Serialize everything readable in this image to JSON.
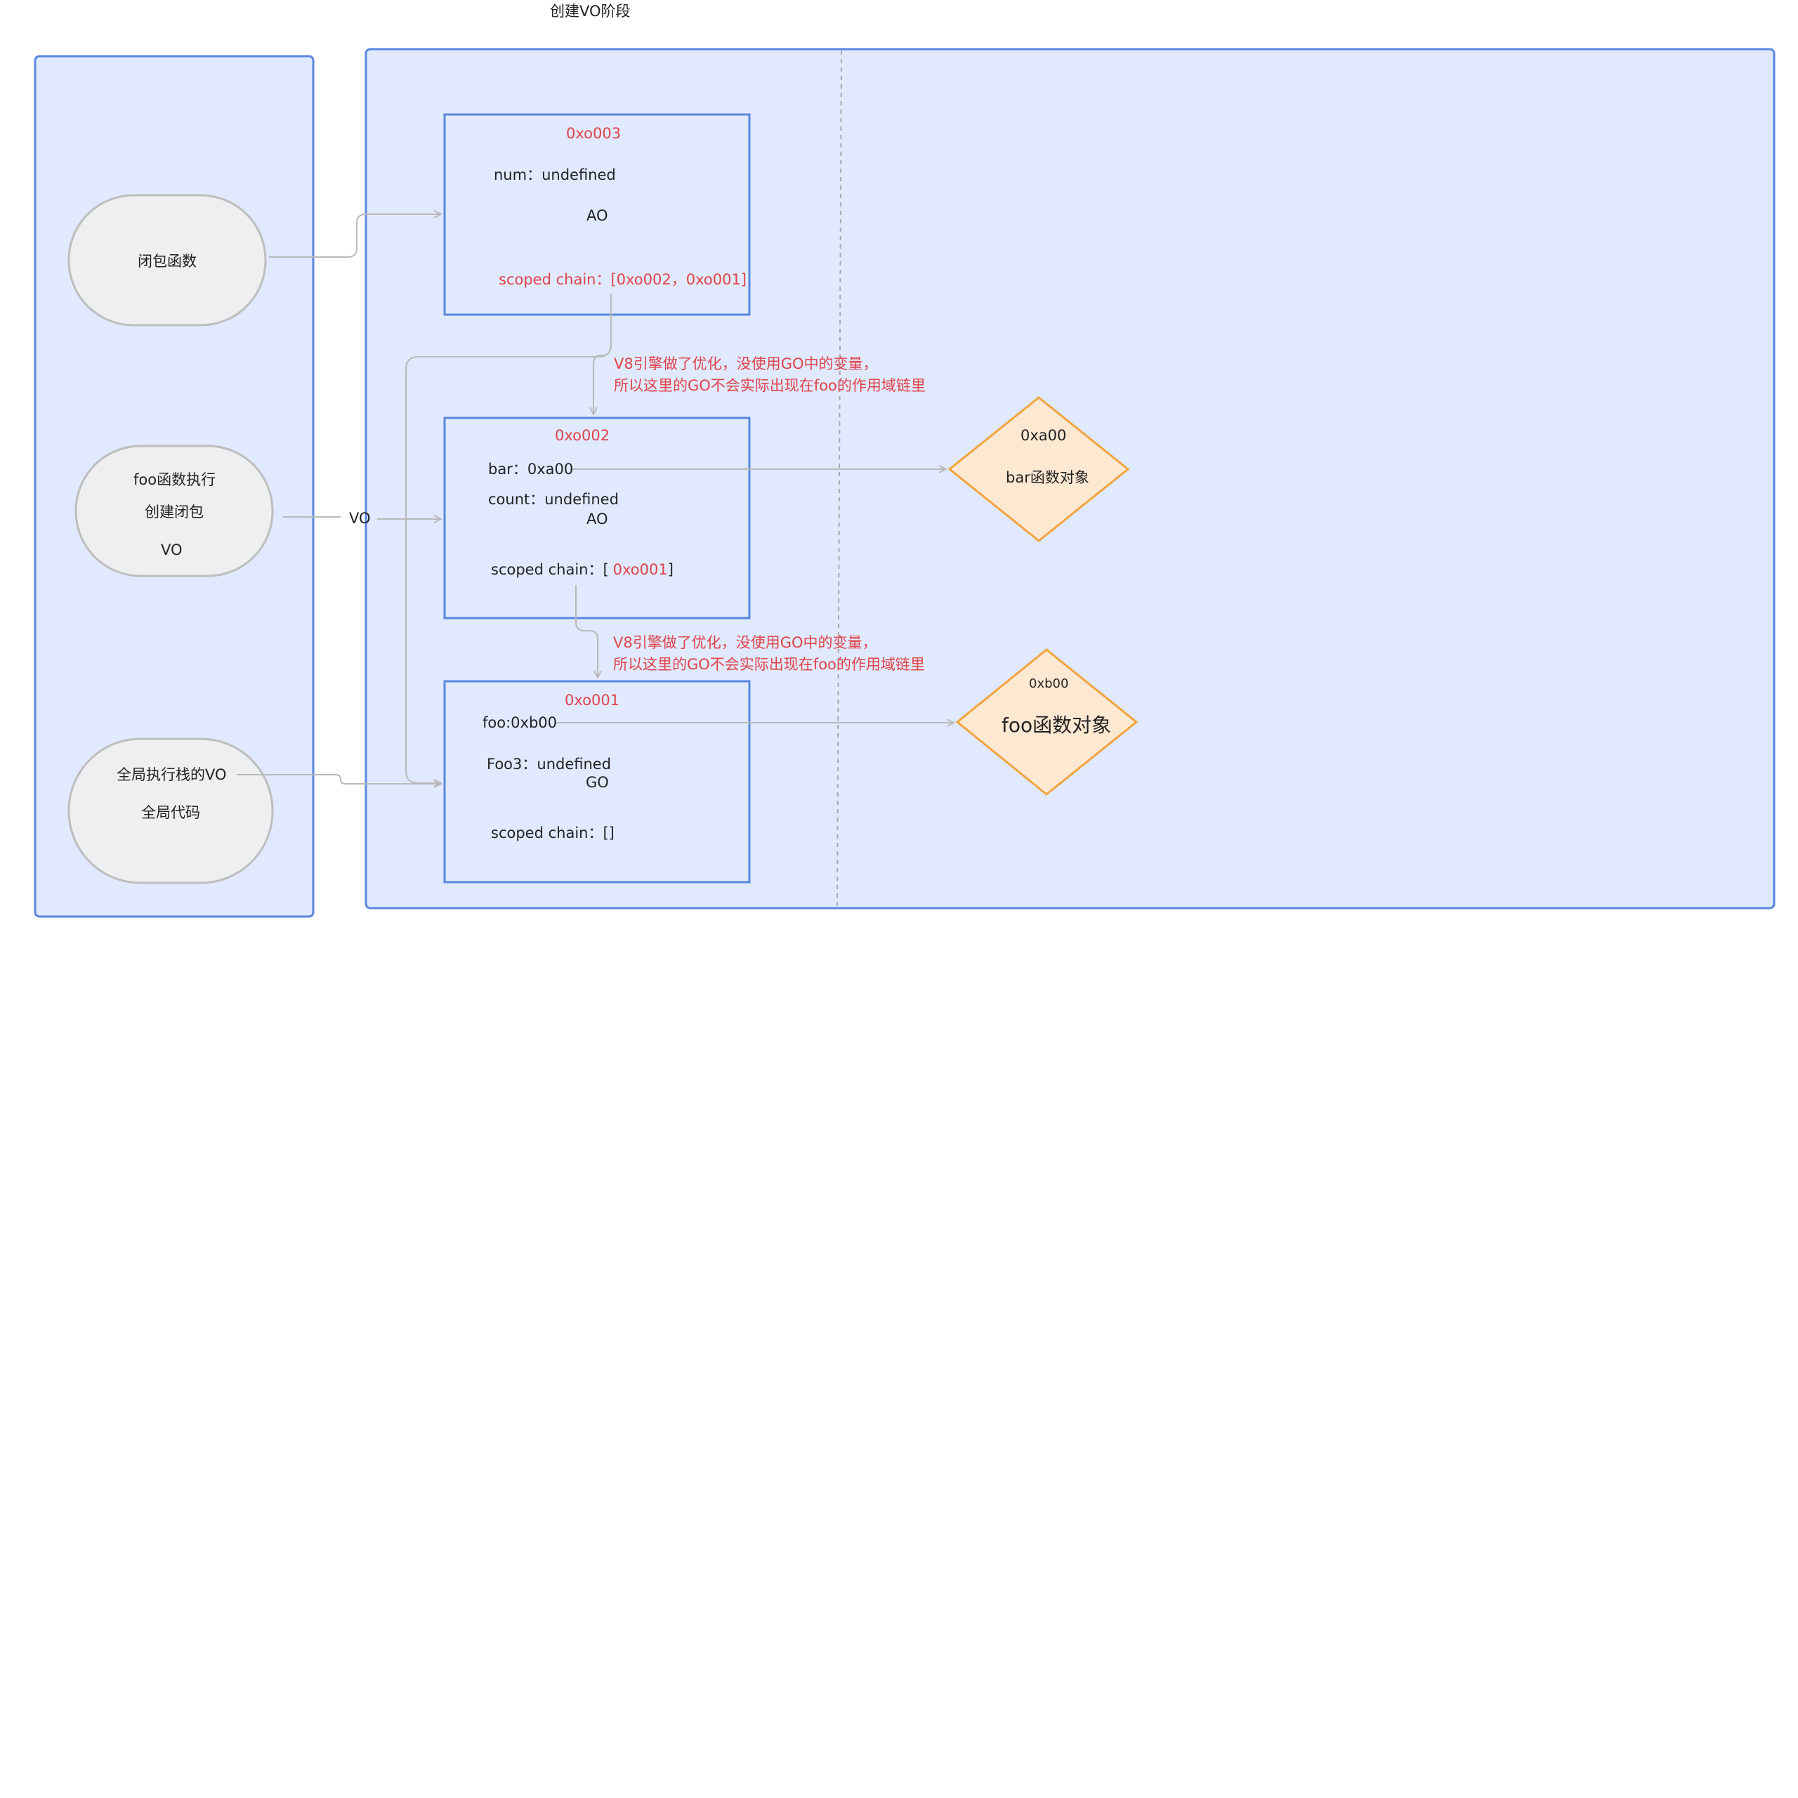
{
  "title": "创建VO阶段",
  "stack": {
    "closure": "闭包函数",
    "foo_exec": [
      "foo函数执行",
      "创建闭包",
      "VO"
    ],
    "global": [
      "全局执行栈的VO",
      "全局代码"
    ]
  },
  "connector_vo": "VO",
  "ao3": {
    "address": "0xo003",
    "vars": [
      "num：undefined"
    ],
    "type": "AO",
    "chain": "scoped chain：[0xo002，0xo001]"
  },
  "ao2": {
    "address": "0xo002",
    "vars": [
      "bar：0xa00",
      "count：undefined"
    ],
    "type": "AO",
    "chain_prefix": "scoped chain：[",
    "chain_value": "0xo001",
    "chain_suffix": "]"
  },
  "go": {
    "address": "0xo001",
    "vars": [
      "foo:0xb00",
      "Foo3：undefined"
    ],
    "type": "GO",
    "chain": "scoped chain：[]"
  },
  "note": [
    "V8引擎做了优化，没使用GO中的变量，",
    "所以这里的GO不会实际出现在foo的作用域链里"
  ],
  "bar_obj": {
    "address": "0xa00",
    "label": "bar函数对象"
  },
  "foo_obj": {
    "address": "0xb00",
    "label": "foo函数对象"
  },
  "colors": {
    "panel_fill": "#e0e9fd",
    "panel_stroke": "#5a86e0",
    "pill_fill": "#eeeff1",
    "pill_stroke": "#bdbdbd",
    "diamond_fill": "#fde8d2",
    "diamond_stroke": "#f3a43d",
    "connector": "#b9b9b9",
    "accent_red": "#e0434a"
  }
}
